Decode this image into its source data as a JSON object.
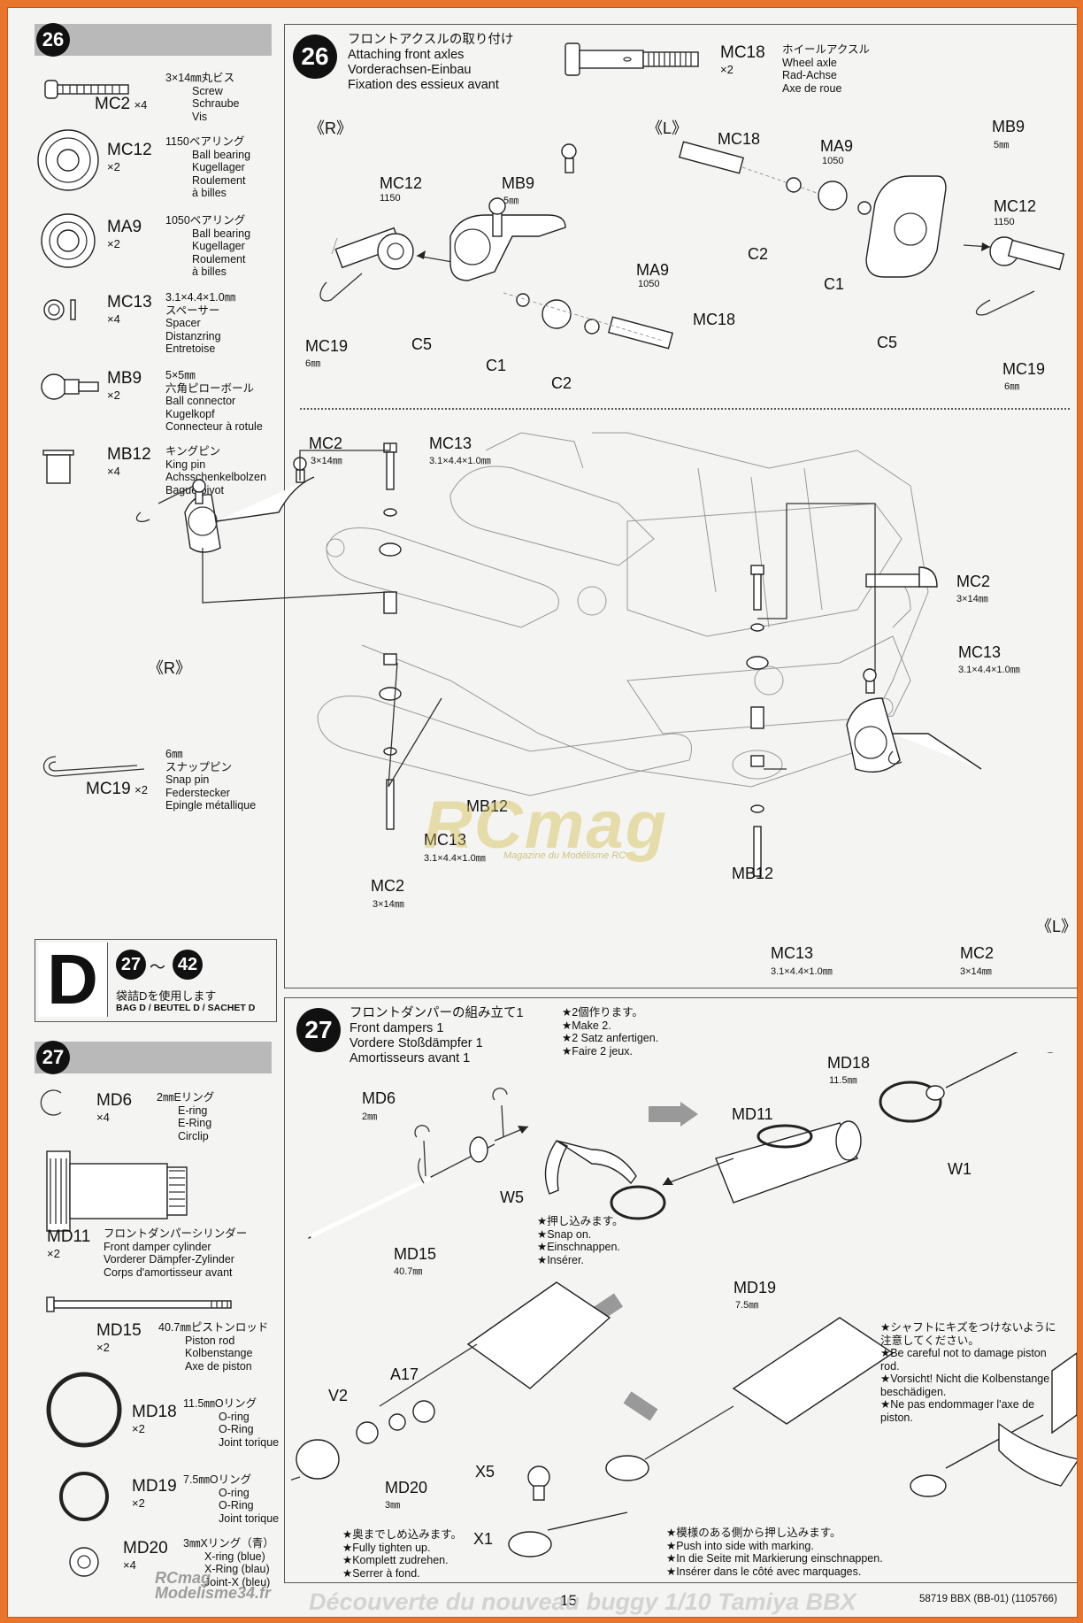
{
  "step26": {
    "num": "26",
    "title_jp": "フロントアクスルの取り付け",
    "title_en": "Attaching front axles",
    "title_de": "Vorderachsen-Einbau",
    "title_fr": "Fixation des essieux avant",
    "side_r": "《R》",
    "side_l": "《L》",
    "parts": [
      {
        "code": "MC2",
        "qty": "×4",
        "spec": "3×14㎜丸ビス",
        "l1": "Screw",
        "l2": "Schraube",
        "l3": "Vis"
      },
      {
        "code": "MC12",
        "qty": "×2",
        "spec": "1150ベアリング",
        "l1": "Ball bearing",
        "l2": "Kugellager",
        "l3": "Roulement",
        "l4": "à billes"
      },
      {
        "code": "MA9",
        "qty": "×2",
        "spec": "1050ベアリング",
        "l1": "Ball bearing",
        "l2": "Kugellager",
        "l3": "Roulement",
        "l4": "à billes"
      },
      {
        "code": "MC13",
        "qty": "×4",
        "spec": "3.1×4.4×1.0㎜",
        "l1": "スペーサー",
        "l2": "Spacer",
        "l3": "Distanzring",
        "l4": "Entretoise"
      },
      {
        "code": "MB9",
        "qty": "×2",
        "spec": "5×5㎜",
        "l1": "六角ピローボール",
        "l2": "Ball connector",
        "l3": "Kugelkopf",
        "l4": "Connecteur à rotule"
      },
      {
        "code": "MB12",
        "qty": "×4",
        "spec": "キングピン",
        "l1": "King pin",
        "l2": "Achsschenkelbolzen",
        "l3": "Bague pivot"
      },
      {
        "code": "MC19",
        "qty": "×2",
        "spec": "6㎜",
        "l1": "スナップピン",
        "l2": "Snap pin",
        "l3": "Federstecker",
        "l4": "Epingle métallique"
      }
    ],
    "axle": {
      "code": "MC18",
      "qty": "×2",
      "l1": "ホイールアクスル",
      "l2": "Wheel axle",
      "l3": "Rad-Achse",
      "l4": "Axe de roue"
    }
  },
  "bag": {
    "letter": "D",
    "from": "27",
    "tilde": "〜",
    "to": "42",
    "jp": "袋詰Dを使用します",
    "en": "BAG D / BEUTEL D / SACHET D"
  },
  "step27": {
    "num": "27",
    "title_jp": "フロントダンパーの組み立て1",
    "title_en": "Front dampers 1",
    "title_de": "Vordere Stoßdämpfer 1",
    "title_fr": "Amortisseurs avant 1",
    "make": [
      "★2個作ります。",
      "★Make 2.",
      "★2 Satz anfertigen.",
      "★Faire 2 jeux."
    ],
    "snap": [
      "★押し込みます。",
      "★Snap on.",
      "★Einschnappen.",
      "★Insérer."
    ],
    "careful": [
      "★シャフトにキズをつけないように",
      "注意してください。",
      "★Be careful not to damage piston rod.",
      "★Vorsicht! Nicht die Kolbenstange",
      "beschädigen.",
      "★Ne pas endommager l'axe de",
      "piston."
    ],
    "tighten": [
      "★奥までしめ込みます。",
      "★Fully tighten up.",
      "★Komplett zudrehen.",
      "★Serrer à fond."
    ],
    "push": [
      "★模様のある側から押し込みます。",
      "★Push into side with marking.",
      "★In die Seite mit Markierung einschnappen.",
      "★Insérer dans le côté avec marquages."
    ],
    "parts": [
      {
        "code": "MD6",
        "qty": "×4",
        "spec": "2㎜Eリング",
        "l1": "E-ring",
        "l2": "E-Ring",
        "l3": "Circlip"
      },
      {
        "code": "MD11",
        "qty": "×2",
        "spec": "フロントダンパーシリンダー",
        "l1": "Front damper cylinder",
        "l2": "Vorderer Dämpfer-Zylinder",
        "l3": "Corps d'amortisseur avant"
      },
      {
        "code": "MD15",
        "qty": "×2",
        "spec": "40.7㎜ピストンロッド",
        "l1": "Piston rod",
        "l2": "Kolbenstange",
        "l3": "Axe de piston"
      },
      {
        "code": "MD18",
        "qty": "×2",
        "spec": "11.5㎜Oリング",
        "l1": "O-ring",
        "l2": "O-Ring",
        "l3": "Joint torique"
      },
      {
        "code": "MD19",
        "qty": "×2",
        "spec": "7.5㎜Oリング",
        "l1": "O-ring",
        "l2": "O-Ring",
        "l3": "Joint torique"
      },
      {
        "code": "MD20",
        "qty": "×4",
        "spec": "3㎜Xリング（青）",
        "l1": "X-ring (blue)",
        "l2": "X-Ring (blau)",
        "l3": "Joint-X (bleu)"
      }
    ]
  },
  "labels": {
    "mc12": "MC12",
    "mc12s": "1150",
    "mb9": "MB9",
    "mb9s": "5㎜",
    "ma9": "MA9",
    "ma9s": "1050",
    "mc18": "MC18",
    "mc19": "MC19",
    "mc19s": "6㎜",
    "c5": "C5",
    "c1": "C1",
    "c2": "C2",
    "mc2": "MC2",
    "mc2s": "3×14㎜",
    "mc13": "MC13",
    "mc13s": "3.1×4.4×1.0㎜",
    "mb12": "MB12",
    "md6": "MD6",
    "md6s": "2㎜",
    "w5": "W5",
    "md15": "MD15",
    "md15s": "40.7㎜",
    "md11": "MD11",
    "md18": "MD18",
    "md18s": "11.5㎜",
    "w1": "W1",
    "md19": "MD19",
    "md19s": "7.5㎜",
    "v2": "V2",
    "a17": "A17",
    "md20": "MD20",
    "md20s": "3㎜",
    "x5": "X5",
    "x1": "X1"
  },
  "footer": {
    "page": "15",
    "code": "58719 BBX (BB-01) (1105766)",
    "watermark": "RCmag",
    "watermark_sub": "Magazine du Modélisme RC",
    "corner": "RCmag\nModelisme34.fr",
    "caption": "Découverte du nouveau buggy 1/10 Tamiya BBX"
  }
}
